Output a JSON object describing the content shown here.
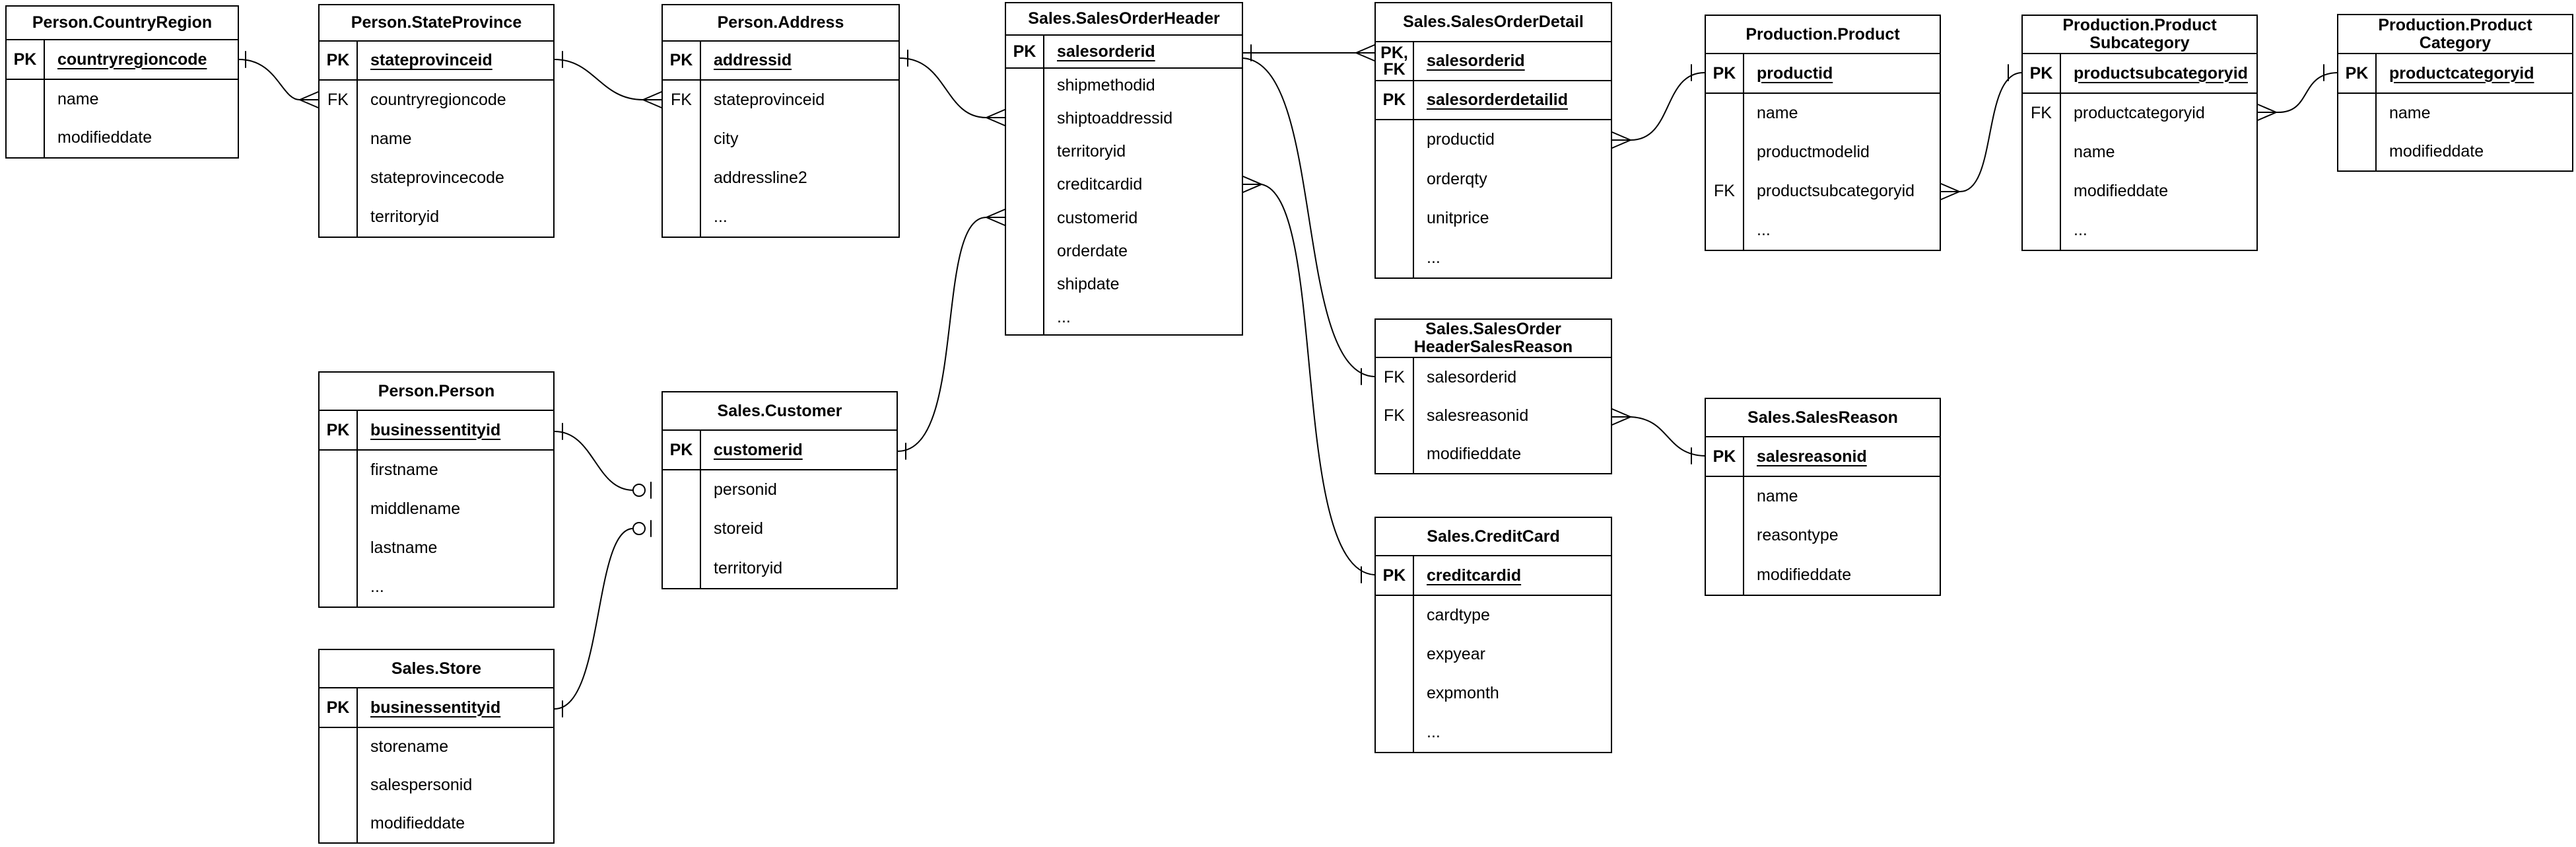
{
  "diagram": {
    "type": "entity-relationship",
    "background_color": "#ffffff",
    "line_color": "#000000",
    "text_color": "#000000",
    "tables": [
      {
        "id": "person-countryregion",
        "title": "Person.CountryRegion",
        "rows": [
          {
            "key": "PK",
            "name": "countryregioncode",
            "pk": true
          },
          {
            "key": "",
            "name": "name",
            "pk": false
          },
          {
            "key": "",
            "name": "modifieddate",
            "pk": false
          }
        ]
      },
      {
        "id": "person-stateprovince",
        "title": "Person.StateProvince",
        "rows": [
          {
            "key": "PK",
            "name": "stateprovinceid",
            "pk": true
          },
          {
            "key": "FK",
            "name": "countryregioncode",
            "pk": false
          },
          {
            "key": "",
            "name": "name",
            "pk": false
          },
          {
            "key": "",
            "name": "stateprovincecode",
            "pk": false
          },
          {
            "key": "",
            "name": "territoryid",
            "pk": false
          }
        ]
      },
      {
        "id": "person-address",
        "title": "Person.Address",
        "rows": [
          {
            "key": "PK",
            "name": "addressid",
            "pk": true
          },
          {
            "key": "FK",
            "name": "stateprovinceid",
            "pk": false
          },
          {
            "key": "",
            "name": "city",
            "pk": false
          },
          {
            "key": "",
            "name": "addressline2",
            "pk": false
          },
          {
            "key": "",
            "name": "...",
            "pk": false
          }
        ]
      },
      {
        "id": "sales-salesorderheader",
        "title": "Sales.SalesOrderHeader",
        "rows": [
          {
            "key": "PK",
            "name": "salesorderid",
            "pk": true
          },
          {
            "key": "",
            "name": "shipmethodid",
            "pk": false
          },
          {
            "key": "",
            "name": "shiptoaddressid",
            "pk": false
          },
          {
            "key": "",
            "name": "territoryid",
            "pk": false
          },
          {
            "key": "",
            "name": "creditcardid",
            "pk": false
          },
          {
            "key": "",
            "name": "customerid",
            "pk": false
          },
          {
            "key": "",
            "name": "orderdate",
            "pk": false
          },
          {
            "key": "",
            "name": "shipdate",
            "pk": false
          },
          {
            "key": "",
            "name": "...",
            "pk": false
          }
        ]
      },
      {
        "id": "sales-salesorderdetail",
        "title": "Sales.SalesOrderDetail",
        "rows": [
          {
            "key": "PK,\nFK",
            "name": "salesorderid",
            "pk": true
          },
          {
            "key": "PK",
            "name": "salesorderdetailid",
            "pk": true
          },
          {
            "key": "",
            "name": "productid",
            "pk": false
          },
          {
            "key": "",
            "name": "orderqty",
            "pk": false
          },
          {
            "key": "",
            "name": "unitprice",
            "pk": false
          },
          {
            "key": "",
            "name": "...",
            "pk": false
          }
        ]
      },
      {
        "id": "production-product",
        "title": "Production.Product",
        "rows": [
          {
            "key": "PK",
            "name": "productid",
            "pk": true
          },
          {
            "key": "",
            "name": "name",
            "pk": false
          },
          {
            "key": "",
            "name": "productmodelid",
            "pk": false
          },
          {
            "key": "FK",
            "name": "productsubcategoryid",
            "pk": false
          },
          {
            "key": "",
            "name": "...",
            "pk": false
          }
        ]
      },
      {
        "id": "production-productsubcategory",
        "title": "Production.Product\nSubcategory",
        "rows": [
          {
            "key": "PK",
            "name": "productsubcategoryid",
            "pk": true
          },
          {
            "key": "FK",
            "name": "productcategoryid",
            "pk": false
          },
          {
            "key": "",
            "name": "name",
            "pk": false
          },
          {
            "key": "",
            "name": "modifieddate",
            "pk": false
          },
          {
            "key": "",
            "name": "...",
            "pk": false
          }
        ]
      },
      {
        "id": "production-productcategory",
        "title": "Production.Product\nCategory",
        "rows": [
          {
            "key": "PK",
            "name": "productcategoryid",
            "pk": true
          },
          {
            "key": "",
            "name": "name",
            "pk": false
          },
          {
            "key": "",
            "name": "modifieddate",
            "pk": false
          }
        ]
      },
      {
        "id": "person-person",
        "title": "Person.Person",
        "rows": [
          {
            "key": "PK",
            "name": "businessentityid",
            "pk": true
          },
          {
            "key": "",
            "name": "firstname",
            "pk": false
          },
          {
            "key": "",
            "name": "middlename",
            "pk": false
          },
          {
            "key": "",
            "name": "lastname",
            "pk": false
          },
          {
            "key": "",
            "name": "...",
            "pk": false
          }
        ]
      },
      {
        "id": "sales-customer",
        "title": "Sales.Customer",
        "rows": [
          {
            "key": "PK",
            "name": "customerid",
            "pk": true
          },
          {
            "key": "",
            "name": "personid",
            "pk": false
          },
          {
            "key": "",
            "name": "storeid",
            "pk": false
          },
          {
            "key": "",
            "name": "territoryid",
            "pk": false
          }
        ]
      },
      {
        "id": "sales-store",
        "title": "Sales.Store",
        "rows": [
          {
            "key": "PK",
            "name": "businessentityid",
            "pk": true
          },
          {
            "key": "",
            "name": "storename",
            "pk": false
          },
          {
            "key": "",
            "name": "salespersonid",
            "pk": false
          },
          {
            "key": "",
            "name": "modifieddate",
            "pk": false
          }
        ]
      },
      {
        "id": "sales-salesorderheadersalesreason",
        "title": "Sales.SalesOrder\nHeaderSalesReason",
        "rows": [
          {
            "key": "FK",
            "name": "salesorderid",
            "pk": false
          },
          {
            "key": "FK",
            "name": "salesreasonid",
            "pk": false
          },
          {
            "key": "",
            "name": "modifieddate",
            "pk": false
          }
        ]
      },
      {
        "id": "sales-salesreason",
        "title": "Sales.SalesReason",
        "rows": [
          {
            "key": "PK",
            "name": "salesreasonid",
            "pk": true
          },
          {
            "key": "",
            "name": "name",
            "pk": false
          },
          {
            "key": "",
            "name": "reasontype",
            "pk": false
          },
          {
            "key": "",
            "name": "modifieddate",
            "pk": false
          }
        ]
      },
      {
        "id": "sales-creditcard",
        "title": "Sales.CreditCard",
        "rows": [
          {
            "key": "PK",
            "name": "creditcardid",
            "pk": true
          },
          {
            "key": "",
            "name": "cardtype",
            "pk": false
          },
          {
            "key": "",
            "name": "expyear",
            "pk": false
          },
          {
            "key": "",
            "name": "expmonth",
            "pk": false
          },
          {
            "key": "",
            "name": "...",
            "pk": false
          }
        ]
      }
    ],
    "relationships": [
      {
        "from": "Person.CountryRegion",
        "from_field": "countryregioncode",
        "from_cardinality": "one",
        "to": "Person.StateProvince",
        "to_field": "countryregioncode",
        "to_cardinality": "many"
      },
      {
        "from": "Person.StateProvince",
        "from_field": "stateprovinceid",
        "from_cardinality": "one",
        "to": "Person.Address",
        "to_field": "stateprovinceid",
        "to_cardinality": "many"
      },
      {
        "from": "Person.Address",
        "from_field": "addressid",
        "from_cardinality": "one",
        "to": "Sales.SalesOrderHeader",
        "to_field": "shiptoaddressid",
        "to_cardinality": "many"
      },
      {
        "from": "Sales.Customer",
        "from_field": "customerid",
        "from_cardinality": "one",
        "to": "Sales.SalesOrderHeader",
        "to_field": "customerid",
        "to_cardinality": "many"
      },
      {
        "from": "Person.Person",
        "from_field": "businessentityid",
        "from_cardinality": "one",
        "to": "Sales.Customer",
        "to_field": "personid",
        "to_cardinality": "zero-or-one"
      },
      {
        "from": "Sales.Store",
        "from_field": "businessentityid",
        "from_cardinality": "one",
        "to": "Sales.Customer",
        "to_field": "storeid",
        "to_cardinality": "zero-or-one"
      },
      {
        "from": "Sales.SalesOrderHeader",
        "from_field": "salesorderid",
        "from_cardinality": "one",
        "to": "Sales.SalesOrderDetail",
        "to_field": "salesorderid",
        "to_cardinality": "many"
      },
      {
        "from": "Sales.SalesOrderHeader",
        "from_field": "salesorderid",
        "from_cardinality": "one",
        "to": "Sales.SalesOrderHeaderSalesReason",
        "to_field": "salesorderid",
        "to_cardinality": "one"
      },
      {
        "from": "Sales.CreditCard",
        "from_field": "creditcardid",
        "from_cardinality": "one",
        "to": "Sales.SalesOrderHeader",
        "to_field": "creditcardid",
        "to_cardinality": "many"
      },
      {
        "from": "Sales.SalesReason",
        "from_field": "salesreasonid",
        "from_cardinality": "one",
        "to": "Sales.SalesOrderHeaderSalesReason",
        "to_field": "salesreasonid",
        "to_cardinality": "many"
      },
      {
        "from": "Production.Product",
        "from_field": "productid",
        "from_cardinality": "one",
        "to": "Sales.SalesOrderDetail",
        "to_field": "productid",
        "to_cardinality": "many"
      },
      {
        "from": "Production.ProductSubcategory",
        "from_field": "productsubcategoryid",
        "from_cardinality": "one",
        "to": "Production.Product",
        "to_field": "productsubcategoryid",
        "to_cardinality": "many"
      },
      {
        "from": "Production.ProductCategory",
        "from_field": "productcategoryid",
        "from_cardinality": "one",
        "to": "Production.ProductSubcategory",
        "to_field": "productcategoryid",
        "to_cardinality": "many"
      }
    ]
  }
}
